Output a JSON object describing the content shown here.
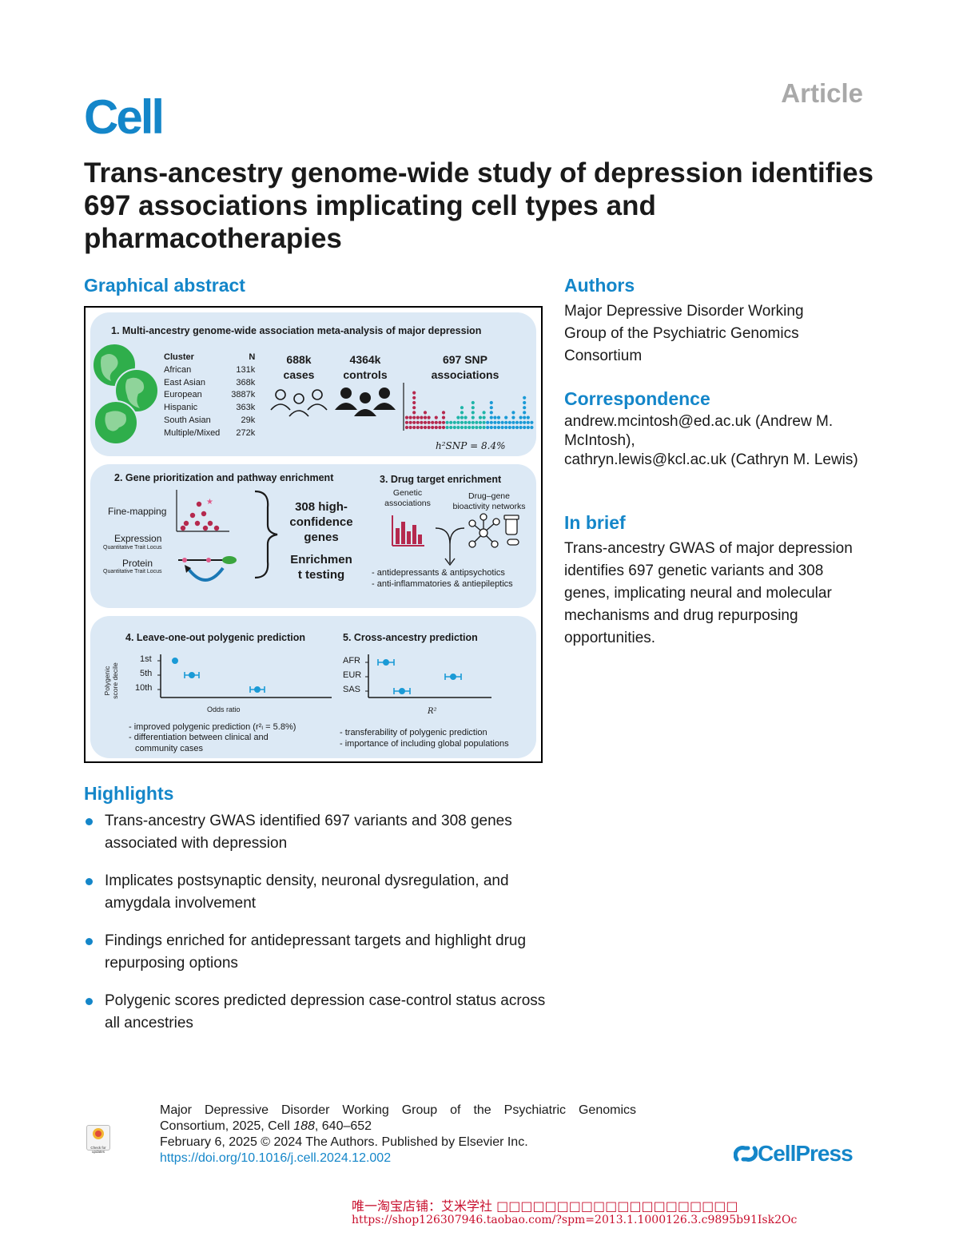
{
  "header": {
    "journal": "Cell",
    "article_type": "Article"
  },
  "title": "Trans-ancestry genome-wide study of depression identifies 697 associations implicating cell types and pharmacotherapies",
  "graphical_abstract": {
    "heading": "Graphical abstract",
    "panel1": {
      "title": "1. Multi-ancestry genome-wide association meta-analysis of major depression",
      "col_cluster": "Cluster",
      "col_n": "N",
      "clusters": [
        {
          "name": "African",
          "n": "131k"
        },
        {
          "name": "East Asian",
          "n": "368k"
        },
        {
          "name": "European",
          "n": "3887k"
        },
        {
          "name": "Hispanic",
          "n": "363k"
        },
        {
          "name": "South Asian",
          "n": "29k"
        },
        {
          "name": "Multiple/Mixed",
          "n": "272k"
        }
      ],
      "cases": "688k\ncases",
      "controls": "4364k\ncontrols",
      "snp": "697 SNP\nassociations",
      "heritability": "h²SNP = 8.4%"
    },
    "panel2": {
      "title": "2. Gene prioritization and pathway enrichment",
      "fine_mapping": "Fine-mapping",
      "expression": "Expression",
      "expression_sub": "Quantitative Trait Locus",
      "protein": "Protein",
      "protein_sub": "Quantitative Trait Locus",
      "genes": "308 high-\nconfidence\ngenes",
      "enrichment": "Enrichmen\nt testing"
    },
    "panel3": {
      "title": "3. Drug target enrichment",
      "genetic_assoc": "Genetic\nassociations",
      "drug_gene": "Drug–gene\nbioactivity networks",
      "bullet1": "- antidepressants & antipsychotics",
      "bullet2": "- anti-inflammatories & antiepileptics"
    },
    "panel4": {
      "title": "4. Leave-one-out polygenic prediction",
      "y_label": "Polygenic\nscore decile",
      "ticks": [
        "1st",
        "5th",
        "10th"
      ],
      "x_label": "Odds ratio",
      "bullet1": "- improved polygenic prediction (r²ₗ = 5.8%)",
      "bullet2": "- differentiation between clinical and",
      "bullet3": "community cases"
    },
    "panel5": {
      "title": "5. Cross-ancestry prediction",
      "ticks": [
        "AFR",
        "EUR",
        "SAS"
      ],
      "x_label": "R²",
      "bullet1": "- transferability of polygenic prediction",
      "bullet2": "- importance of including global populations"
    }
  },
  "authors": {
    "heading": "Authors",
    "text": "Major Depressive Disorder Working Group of the Psychiatric Genomics Consortium"
  },
  "correspondence": {
    "heading": "Correspondence",
    "line1": "andrew.mcintosh@ed.ac.uk (Andrew M. McIntosh),",
    "line2": "cathryn.lewis@kcl.ac.uk (Cathryn M. Lewis)"
  },
  "in_brief": {
    "heading": "In brief",
    "text": "Trans-ancestry GWAS of major depression identifies 697 genetic variants and 308 genes, implicating neural and molecular mechanisms and drug repurposing opportunities."
  },
  "highlights": {
    "heading": "Highlights",
    "items": [
      "Trans-ancestry GWAS identified 697 variants and 308 genes associated with depression",
      "Implicates postsynaptic density, neuronal dysregulation, and amygdala involvement",
      "Findings enriched for antidepressant targets and highlight drug repurposing options",
      "Polygenic scores predicted depression case-control status across all ancestries"
    ]
  },
  "citation": {
    "line1": "Major Depressive Disorder Working Group of the Psychiatric Genomics",
    "line2a": "Consortium, 2025, Cell ",
    "volume": "188",
    "line2b": ", 640–652",
    "line3": "February 6, 2025 © 2024 The Authors. Published by Elsevier Inc.",
    "doi": "https://doi.org/10.1016/j.cell.2024.12.002"
  },
  "check_updates_label": "Check for updates",
  "publisher": "CellPress",
  "watermark": {
    "line1": "唯一淘宝店铺：艾米学社 □□□□□□□□□□□□□□□□□□□□",
    "line2": "https://shop126307946.taobao.com/?spm=2013.1.1000126.3.c9895b91Isk2Oc"
  },
  "colors": {
    "accent": "#1486c9",
    "panel_bg": "#dce9f5",
    "manhattan_red": "#b5294e",
    "manhattan_teal": "#1fb5a8",
    "manhattan_blue": "#1a9ad6"
  }
}
